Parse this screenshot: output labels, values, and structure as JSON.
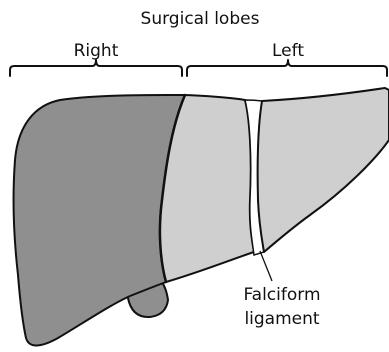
{
  "title": "Surgical lobes",
  "lobes": {
    "right": {
      "label": "Right",
      "color": "#8f8f8f"
    },
    "left": {
      "label": "Left",
      "color": "#cfcfcf"
    }
  },
  "callout": {
    "line1": "Falciform",
    "line2": "ligament"
  },
  "colors": {
    "stroke": "#111111",
    "ligament": "#ffffff",
    "background": "#ffffff"
  }
}
